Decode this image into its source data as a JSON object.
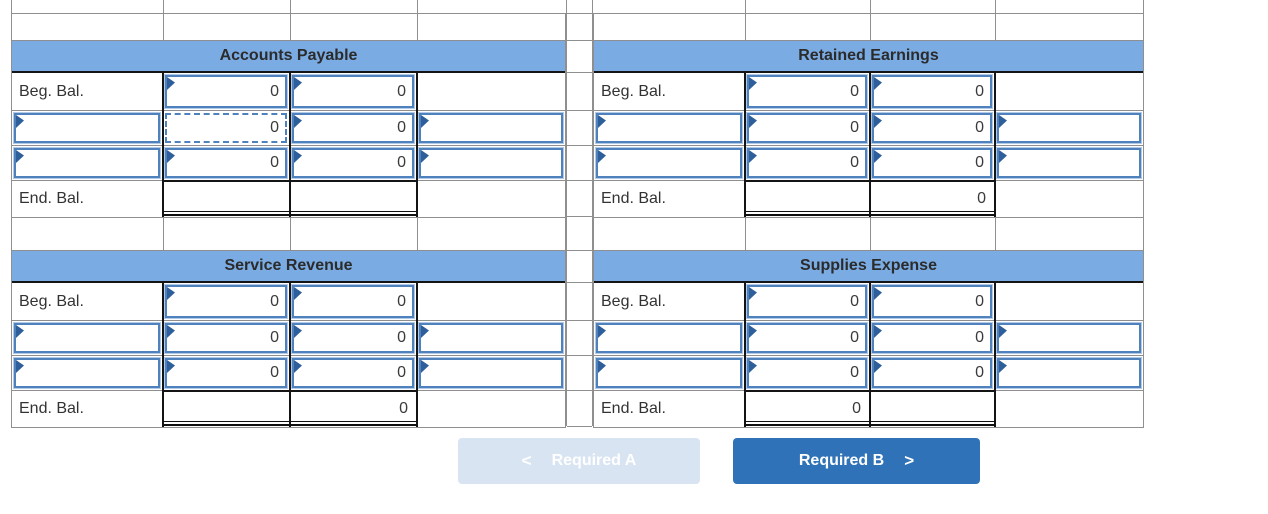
{
  "colors": {
    "header_fill": "#7aace3",
    "input_border": "#4f81bd",
    "input_halo": "#b3c9e8",
    "marker_triangle": "#2e5f9b",
    "grid_line": "#8f8f8f",
    "strong_line": "#141414",
    "button_primary_bg": "#2f72b8",
    "button_disabled_bg": "#d9e4f3",
    "button_text": "#ffffff"
  },
  "row_labels": {
    "beginning": "Beg. Bal.",
    "ending": "End. Bal."
  },
  "tables": [
    {
      "title": "Accounts Payable",
      "beg": {
        "debit": "0",
        "credit": "0"
      },
      "entry_rows": [
        {
          "label": "",
          "debit": "0",
          "credit": "0",
          "extra": ""
        },
        {
          "label": "",
          "debit": "0",
          "credit": "0",
          "extra": ""
        }
      ],
      "end": {
        "debit": "",
        "credit": ""
      }
    },
    {
      "title": "Retained Earnings",
      "beg": {
        "debit": "0",
        "credit": "0"
      },
      "entry_rows": [
        {
          "label": "",
          "debit": "0",
          "credit": "0",
          "extra": ""
        },
        {
          "label": "",
          "debit": "0",
          "credit": "0",
          "extra": ""
        }
      ],
      "end": {
        "debit": "",
        "credit": "0"
      }
    },
    {
      "title": "Service Revenue",
      "beg": {
        "debit": "0",
        "credit": "0"
      },
      "entry_rows": [
        {
          "label": "",
          "debit": "0",
          "credit": "0",
          "extra": ""
        },
        {
          "label": "",
          "debit": "0",
          "credit": "0",
          "extra": ""
        }
      ],
      "end": {
        "debit": "",
        "credit": "0"
      }
    },
    {
      "title": "Supplies Expense",
      "beg": {
        "debit": "0",
        "credit": "0"
      },
      "entry_rows": [
        {
          "label": "",
          "debit": "0",
          "credit": "0",
          "extra": ""
        },
        {
          "label": "",
          "debit": "0",
          "credit": "0",
          "extra": ""
        }
      ],
      "end": {
        "debit": "0",
        "credit": ""
      }
    }
  ],
  "focused_cell": {
    "table": "Accounts Payable",
    "row": "entry 1",
    "column": "debit"
  },
  "navigation": {
    "required_a": {
      "label": "Required A",
      "chevron": "<",
      "disabled": true
    },
    "required_b": {
      "label": "Required B",
      "chevron": ">",
      "disabled": false
    }
  }
}
